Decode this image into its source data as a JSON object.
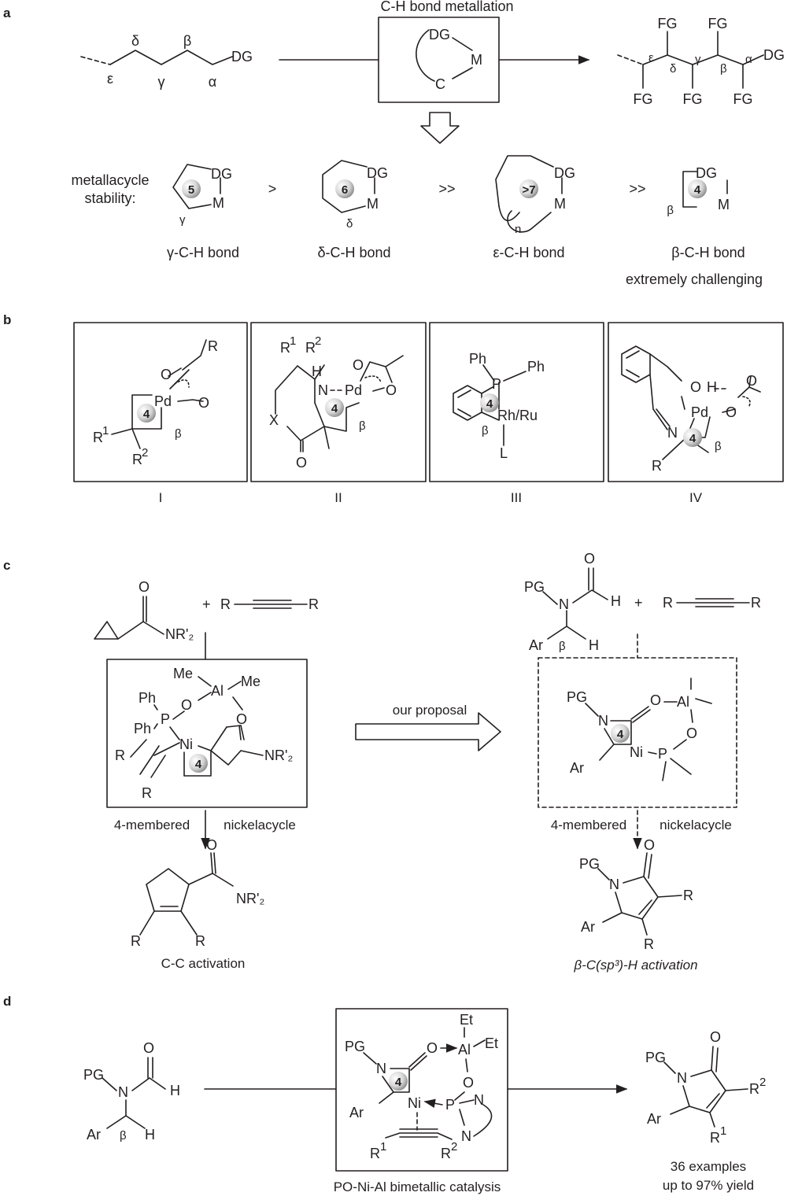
{
  "panels": [
    "a",
    "b",
    "c",
    "d"
  ],
  "a": {
    "metallation_title": "C-H bond metallation",
    "greek_chain": [
      "ε",
      "δ",
      "γ",
      "β",
      "α"
    ],
    "dg": "DG",
    "m": "M",
    "c": "C",
    "fg": "FG",
    "stability_label": [
      "metallacycle",
      "stability:"
    ],
    "ring_sizes": [
      "5",
      "6",
      ">7",
      "4"
    ],
    "comparators": [
      ">",
      ">>",
      ">>"
    ],
    "n_label": "n",
    "bond_labels": [
      "γ-C-H bond",
      "δ-C-H bond",
      "ε-C-H bond",
      "β-C-H bond"
    ],
    "challenge_note": "extremely challenging"
  },
  "b": {
    "roman": [
      "I",
      "II",
      "III",
      "IV"
    ],
    "atoms": {
      "pd": "Pd",
      "o": "O",
      "r": "R",
      "n": "N",
      "h": "H",
      "x": "X",
      "p": "P",
      "ph": "Ph",
      "rhru": "Rh/Ru",
      "l": "L",
      "ring": "4",
      "beta": "β",
      "one": "1",
      "two": "2"
    }
  },
  "c": {
    "reactant_amide": "NR'₂",
    "plus": "+",
    "r": "R",
    "me": "Me",
    "al": "Al",
    "ni": "Ni",
    "p": "P",
    "o": "O",
    "ph": "Ph",
    "ring": "4",
    "pg": "PG",
    "n": "N",
    "h": "H",
    "ar": "Ar",
    "beta": "β",
    "arrow_label": "our proposal",
    "nickelacycle_left": [
      "4-membered",
      "nickelacycle"
    ],
    "nickelacycle_right": [
      "4-membered",
      "nickelacycle"
    ],
    "product_left": "C-C activation",
    "product_right": "β-C(sp³)-H activation"
  },
  "d": {
    "pg": "PG",
    "n": "N",
    "o": "O",
    "h": "H",
    "ar": "Ar",
    "beta": "β",
    "al": "Al",
    "et": "Et",
    "ni": "Ni",
    "p": "P",
    "ring": "4",
    "r1": "R",
    "r2": "R",
    "one": "1",
    "two": "2",
    "catalysis_label": "PO-Ni-Al bimetallic catalysis",
    "examples": "36 examples",
    "yield": "up to 97% yield"
  }
}
